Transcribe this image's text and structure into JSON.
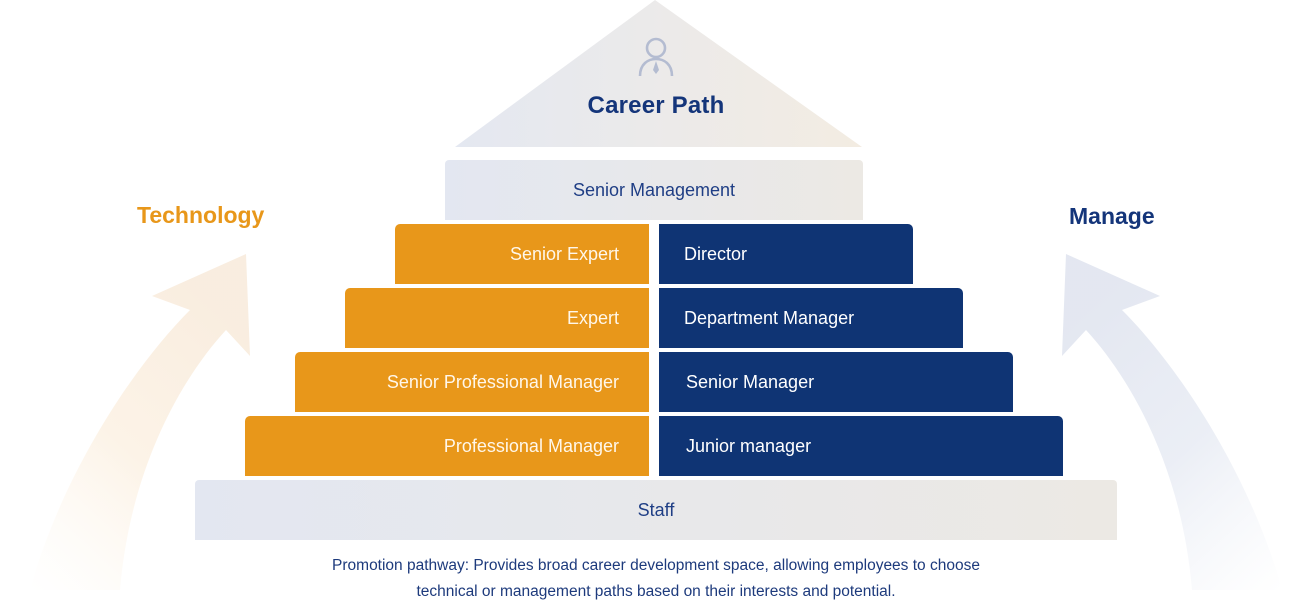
{
  "roof": {
    "title": "Career Path",
    "icon": "person-icon"
  },
  "sides": {
    "technology": {
      "label": "Technology",
      "color": "#e8971a"
    },
    "manage": {
      "label": "Manage",
      "color": "#14357a"
    }
  },
  "top_tier": {
    "label": "Senior Management"
  },
  "technology_track": [
    "Senior Expert",
    "Expert",
    "Senior Professional Manager",
    "Professional Manager"
  ],
  "management_track": [
    "Director",
    "Department Manager",
    "Senior Manager",
    "Junior manager"
  ],
  "base_tier": {
    "label": "Staff"
  },
  "footnote": {
    "line1": "Promotion pathway: Provides broad career development space, allowing employees to choose",
    "line2": "technical or management paths based on their interests and potential."
  },
  "colors": {
    "technology": "#e8971a",
    "management": "#0f3474",
    "light_tier": "#e5e8f0"
  }
}
